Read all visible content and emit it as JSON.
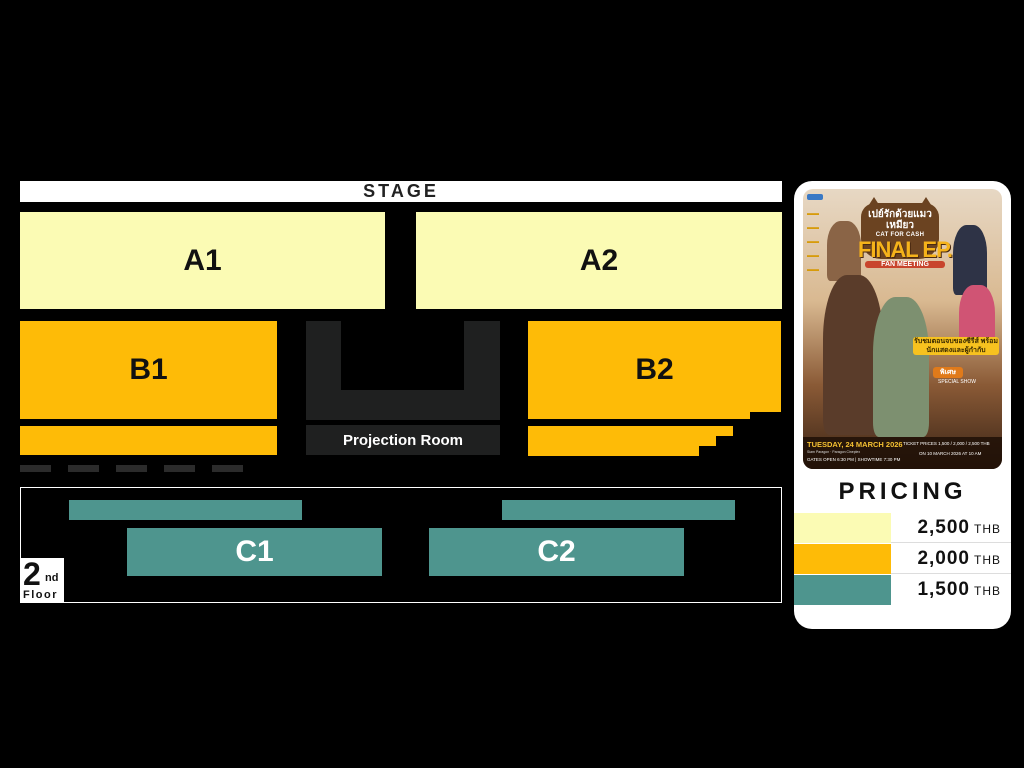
{
  "stage": {
    "label": "STAGE"
  },
  "zones": {
    "a1": {
      "label": "A1",
      "price_tier": "2,500"
    },
    "a2": {
      "label": "A2",
      "price_tier": "2,500"
    },
    "b1": {
      "label": "B1",
      "price_tier": "2,000"
    },
    "b2": {
      "label": "B2",
      "price_tier": "2,000"
    },
    "c1": {
      "label": "C1",
      "price_tier": "1,500"
    },
    "c2": {
      "label": "C2",
      "price_tier": "1,500"
    }
  },
  "projection_room": {
    "label": "Projection Room"
  },
  "floor_badge": {
    "number": "2",
    "suffix": "nd",
    "word": "Floor"
  },
  "poster": {
    "title_thai": "เปย์รักด้วยแมวเหมียว",
    "subtitle": "CAT FOR CASH",
    "title": "FINAL EP.",
    "event_type": "FAN MEETING",
    "tagline_thai": "รับชมตอนจบของซีรีส์ พร้อมนักแสดงและผู้กำกับ",
    "special_label": "พิเศษ",
    "special_text": "SPECIAL SHOW",
    "date": "TUESDAY, 24 MARCH 2026",
    "venue": "Siam Paragon · Paragon Cineplex",
    "times": "GATES OPEN 6:30 PM | SHOWTIME 7:30 PM",
    "ticket_prices": "TICKET PRICES 1,500 / 2,000 / 2,500 THB",
    "on_sale": "ON 10 MARCH 2026 AT 10 AM"
  },
  "pricing": {
    "title": "PRICING",
    "currency": "THB",
    "tiers": [
      {
        "amount": "2,500",
        "color": "#fbfbb4"
      },
      {
        "amount": "2,000",
        "color": "#febb07"
      },
      {
        "amount": "1,500",
        "color": "#4e958e"
      }
    ]
  },
  "colors": {
    "zone_a": "#fbfbb4",
    "zone_b": "#febb07",
    "zone_c": "#4e958e",
    "projection": "#1f2020",
    "background": "#000000"
  }
}
